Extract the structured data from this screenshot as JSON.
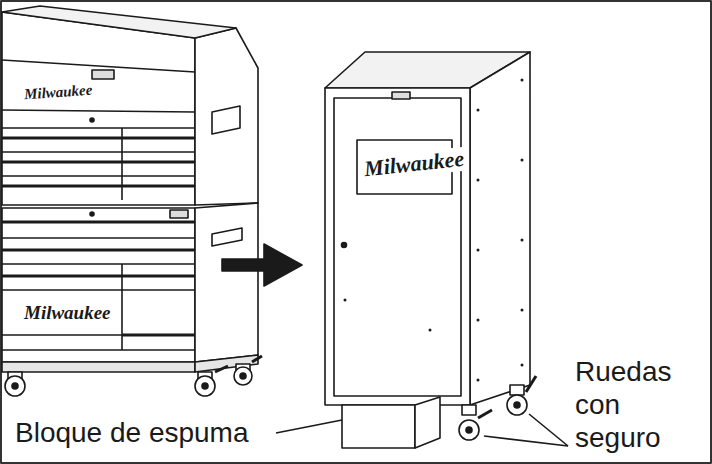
{
  "diagram": {
    "labels": [
      "Milwaukee",
      "Milwaukee",
      "Milwaukee",
      "Bloque de espuma",
      "Ruedas con seguro"
    ]
  }
}
